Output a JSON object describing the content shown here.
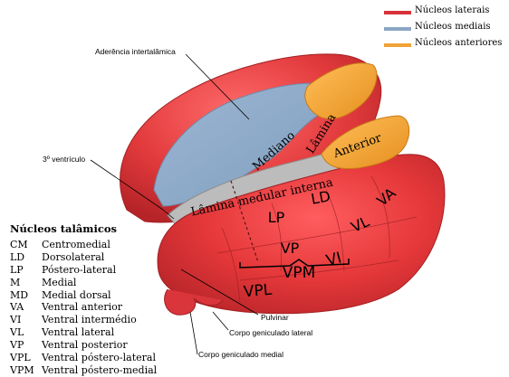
{
  "legend": [
    {
      "label": "Núcleos laterais",
      "color": "#d9313a"
    },
    {
      "label": "Núcleos mediais",
      "color": "#8aa6c4"
    },
    {
      "label": "Núcleos anteriores",
      "color": "#f0a236"
    }
  ],
  "callouts": {
    "aderencia": "Aderência intertalâmica",
    "ventriculo": "3º ventrículo",
    "pulvinar": "Pulvinar",
    "cgl": "Corpo geniculado lateral",
    "cgm": "Corpo geniculado medial"
  },
  "regions": {
    "mediano": "Mediano",
    "lamina": "Lâmina",
    "anterior": "Anterior",
    "lamina_medular": "Lâmina medular interna",
    "lp": "LP",
    "ld": "LD",
    "va": "VA",
    "vl": "VL",
    "vp": "VP",
    "vpl": "VPL",
    "vpm": "VPM",
    "vi": "VI"
  },
  "nuclei": {
    "title": "Núcleos talâmicos",
    "items": [
      {
        "abbr": "CM",
        "name": "Centromedial"
      },
      {
        "abbr": "LD",
        "name": "Dorsolateral"
      },
      {
        "abbr": "LP",
        "name": "Póstero-lateral"
      },
      {
        "abbr": "M",
        "name": "Medial"
      },
      {
        "abbr": "MD",
        "name": "Medial dorsal"
      },
      {
        "abbr": "VA",
        "name": "Ventral anterior"
      },
      {
        "abbr": "VI",
        "name": "Ventral intermédio"
      },
      {
        "abbr": "VL",
        "name": "Ventral lateral"
      },
      {
        "abbr": "VP",
        "name": "Ventral posterior"
      },
      {
        "abbr": "VPL",
        "name": "Ventral póstero-lateral"
      },
      {
        "abbr": "VPM",
        "name": "Ventral póstero-medial"
      }
    ]
  }
}
